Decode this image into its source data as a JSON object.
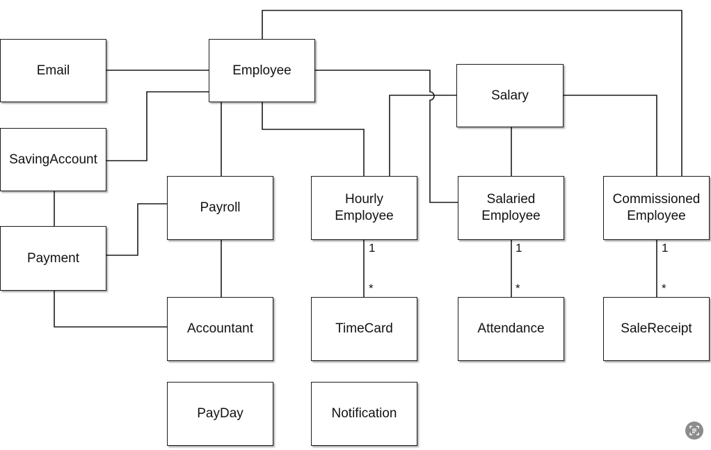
{
  "classes": {
    "email": "Email",
    "employee": "Employee",
    "salary": "Salary",
    "saving_account": "SavingAccount",
    "payment": "Payment",
    "payroll": "Payroll",
    "hourly_employee": [
      "Hourly",
      "Employee"
    ],
    "salaried_employee": [
      "Salaried",
      "Employee"
    ],
    "commissioned_employee": [
      "Commissioned",
      "Employee"
    ],
    "accountant": "Accountant",
    "time_card": "TimeCard",
    "attendance": "Attendance",
    "sale_receipt": "SaleReceipt",
    "pay_day": "PayDay",
    "notification": "Notification"
  },
  "multiplicities": {
    "hourly_one": "1",
    "hourly_many": "*",
    "salaried_one": "1",
    "salaried_many": "*",
    "commissioned_one": "1",
    "commissioned_many": "*"
  },
  "icons": {
    "corner_icon": "scan-text-icon"
  },
  "colors": {
    "line": "#1a1a1a",
    "box_border": "#1a1a1a",
    "text": "#111111",
    "icon_bg": "#8c8c8c"
  }
}
